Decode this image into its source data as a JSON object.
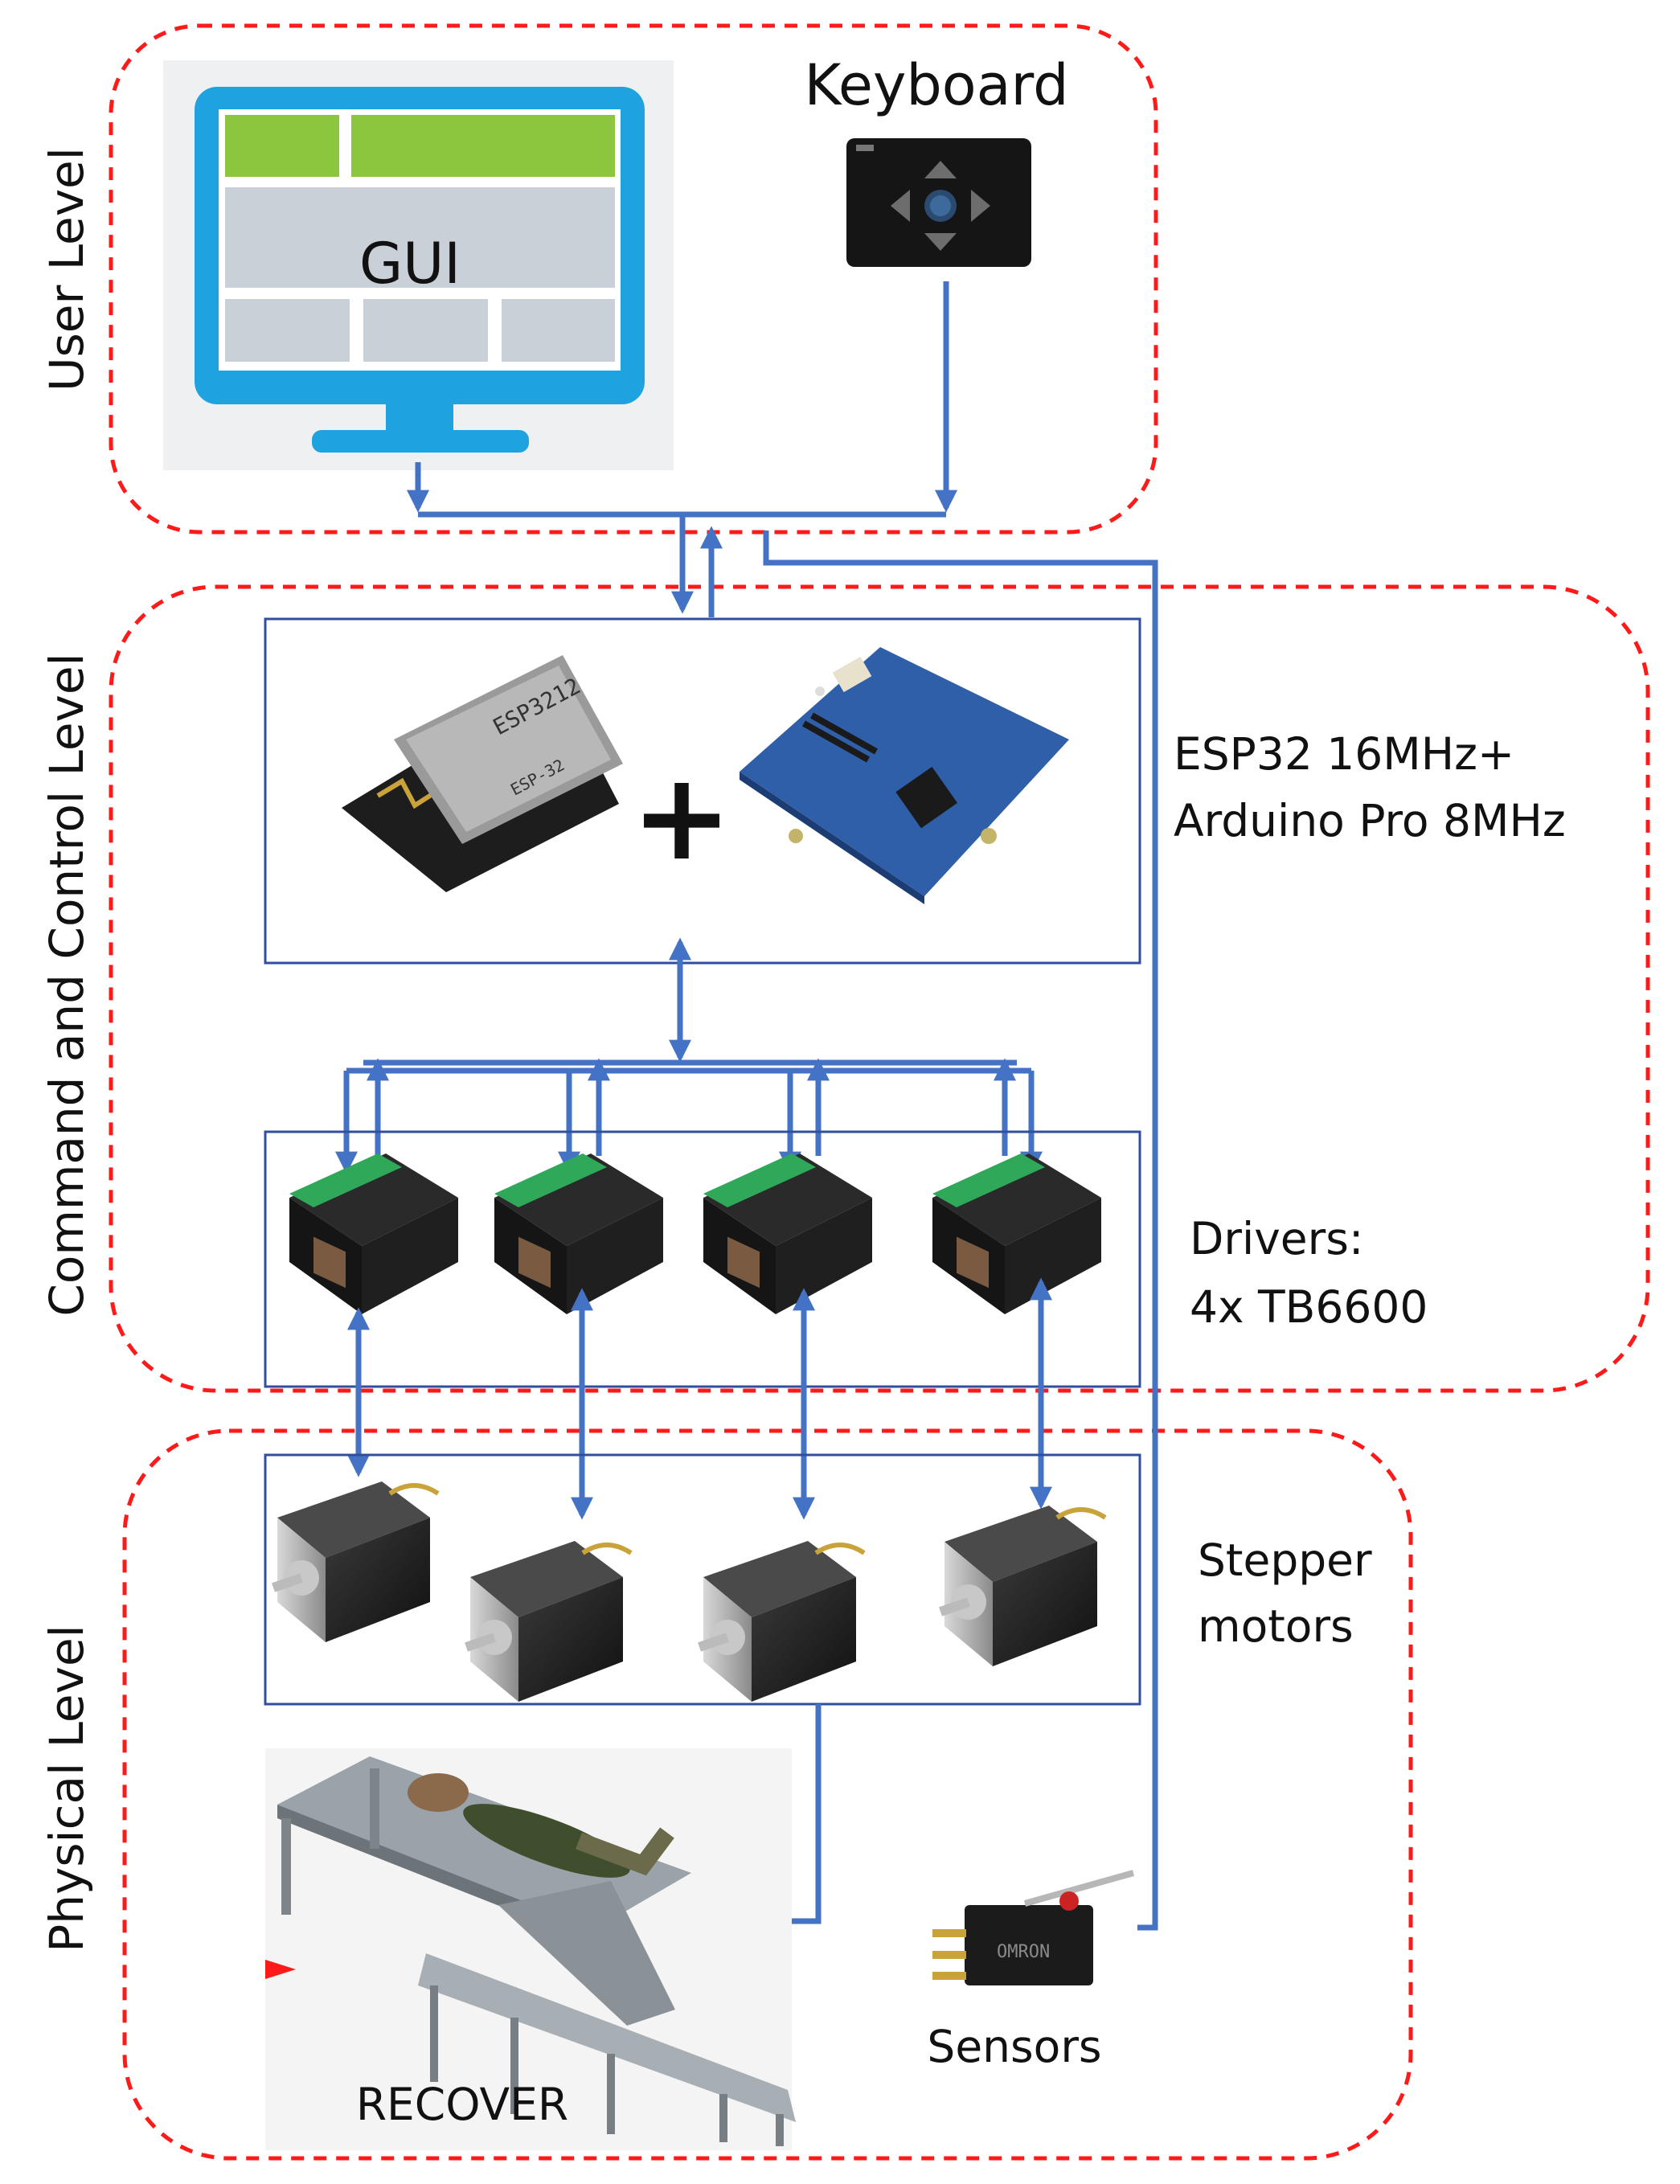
{
  "levels": {
    "user": "User Level",
    "command": "Command and Control Level",
    "physical": "Physical Level"
  },
  "user_level": {
    "gui_label": "GUI",
    "keyboard_label": "Keyboard"
  },
  "command_level": {
    "controller_caption_line1": "ESP32 16MHz+",
    "controller_caption_line2": "Arduino Pro 8MHz",
    "plus_sign": "+",
    "drivers_caption_line1": "Drivers:",
    "drivers_caption_line2": "4x TB6600"
  },
  "physical_level": {
    "motors_caption_line1": "Stepper",
    "motors_caption_line2": "motors",
    "device_label": "RECOVER",
    "sensors_label": "Sensors"
  },
  "colors": {
    "zone_border": "#ff1a1a",
    "wire": "#4472c4",
    "gui_frame": "#1fa3e0",
    "gui_accent": "#8cc63f",
    "gui_panel": "#c9d0d8"
  },
  "icons": [
    "monitor-icon",
    "keypad-icon",
    "esp32-module-icon",
    "arduino-board-icon",
    "stepper-driver-icon",
    "stepper-motor-icon",
    "rehab-device-icon",
    "microswitch-icon"
  ]
}
